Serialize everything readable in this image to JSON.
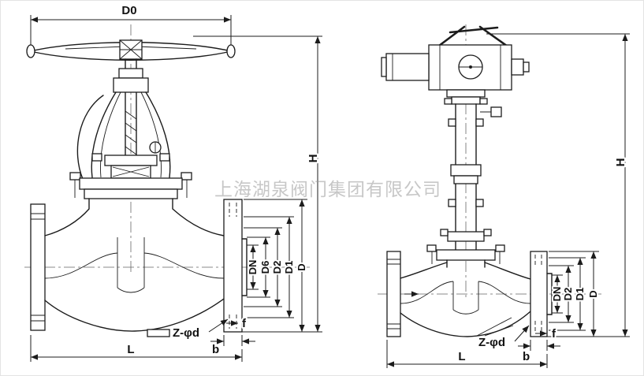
{
  "watermark": "上海湖泉阀门集团有限公司",
  "left_valve": {
    "dims": {
      "D0": "D0",
      "H": "H",
      "DN": "DN",
      "D6": "D6",
      "D2": "D2",
      "D1": "D1",
      "D": "D",
      "Zd": "Z-φd",
      "f": "f",
      "b": "b",
      "L": "L"
    }
  },
  "right_valve": {
    "dims": {
      "H": "H",
      "DN": "DN",
      "D2": "D2",
      "D1": "D1",
      "D": "D",
      "Zd": "Z-φd",
      "f": "f",
      "b": "b",
      "L": "L"
    }
  }
}
